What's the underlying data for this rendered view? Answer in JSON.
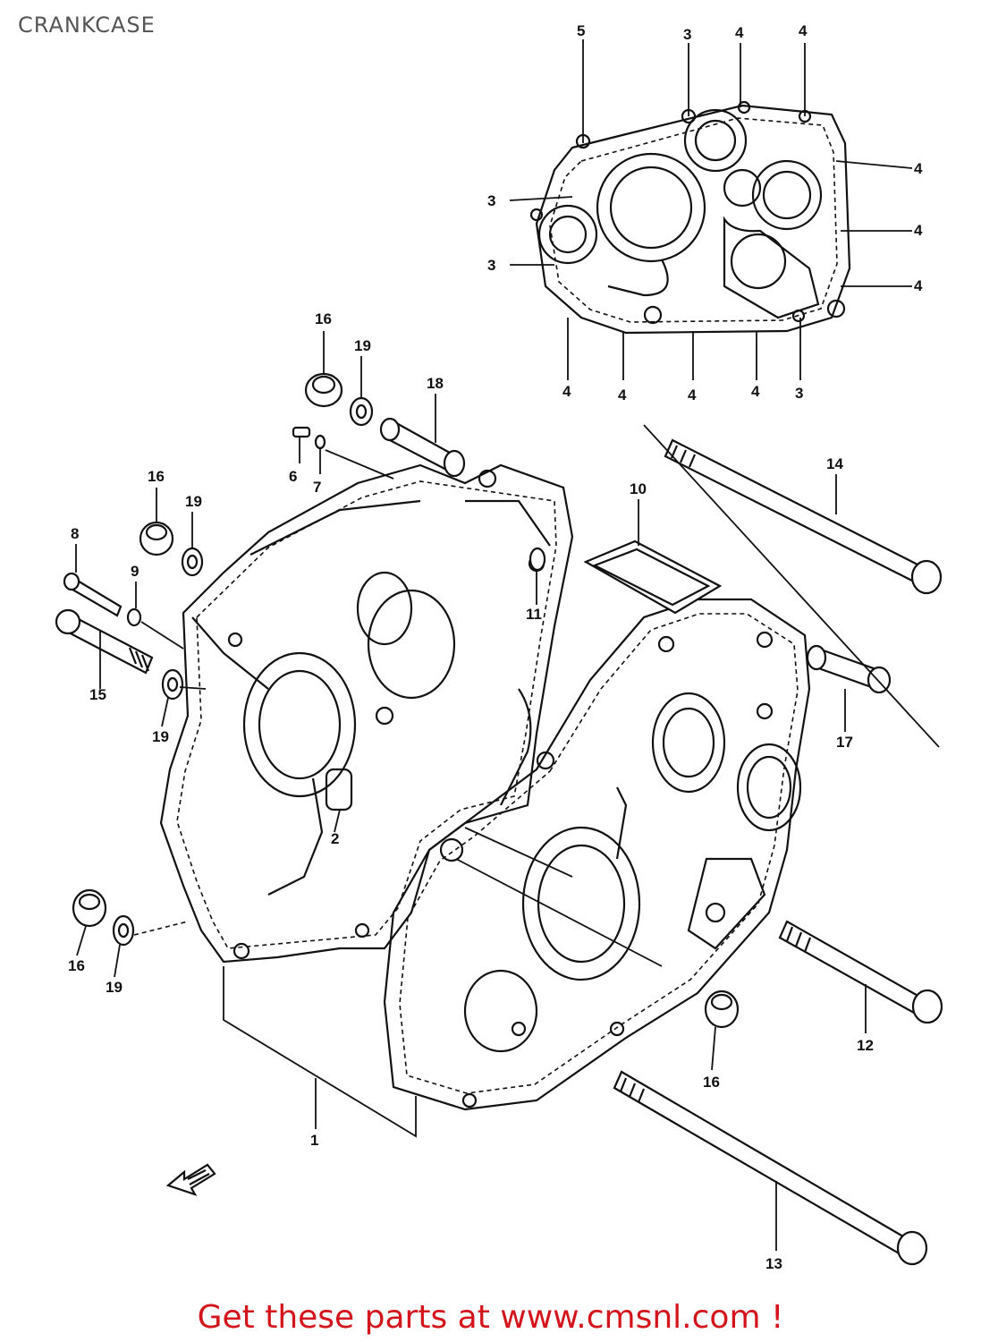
{
  "title": "CRANKCASE",
  "footer": "Get these parts at www.cmsnl.com !",
  "callouts": {
    "c1": "1",
    "c2": "2",
    "c3a": "3",
    "c3b": "3",
    "c3c": "3",
    "c3d": "3",
    "c4a": "4",
    "c4b": "4",
    "c4c": "4",
    "c4d": "4",
    "c4e": "4",
    "c4f": "4",
    "c4g": "4",
    "c4h": "4",
    "c4i": "4",
    "c5": "5",
    "c6": "6",
    "c7": "7",
    "c8": "8",
    "c9": "9",
    "c10": "10",
    "c11": "11",
    "c12": "12",
    "c13": "13",
    "c14": "14",
    "c15": "15",
    "c16a": "16",
    "c16b": "16",
    "c16c": "16",
    "c16d": "16",
    "c17": "17",
    "c18": "18",
    "c19a": "19",
    "c19b": "19",
    "c19c": "19",
    "c19d": "19"
  },
  "colors": {
    "footer": "#d4141b",
    "title": "#555555",
    "line": "#111111"
  },
  "icons": {
    "front-arrow": "front-direction-arrow-icon"
  }
}
